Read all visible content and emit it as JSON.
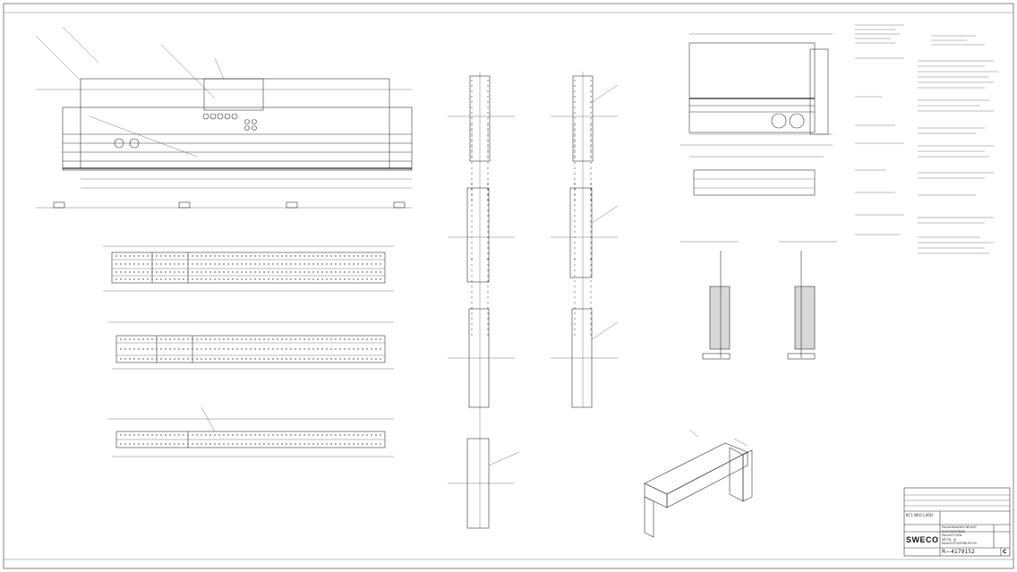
{
  "drawing": {
    "company_logo": "SWECO",
    "title_lines": [
      "PALKKIMAINEN BRUNT SVEITSERYNNE",
      "PALKISTOJEN",
      "MITTA- JA RAUDOITUSPIIRUSTUS"
    ],
    "project_line": "KC1 NRO LARD",
    "drawing_number": "R—4179152",
    "revision_letter": "C"
  },
  "icons": {
    "logo": "sweco-logo-icon"
  }
}
